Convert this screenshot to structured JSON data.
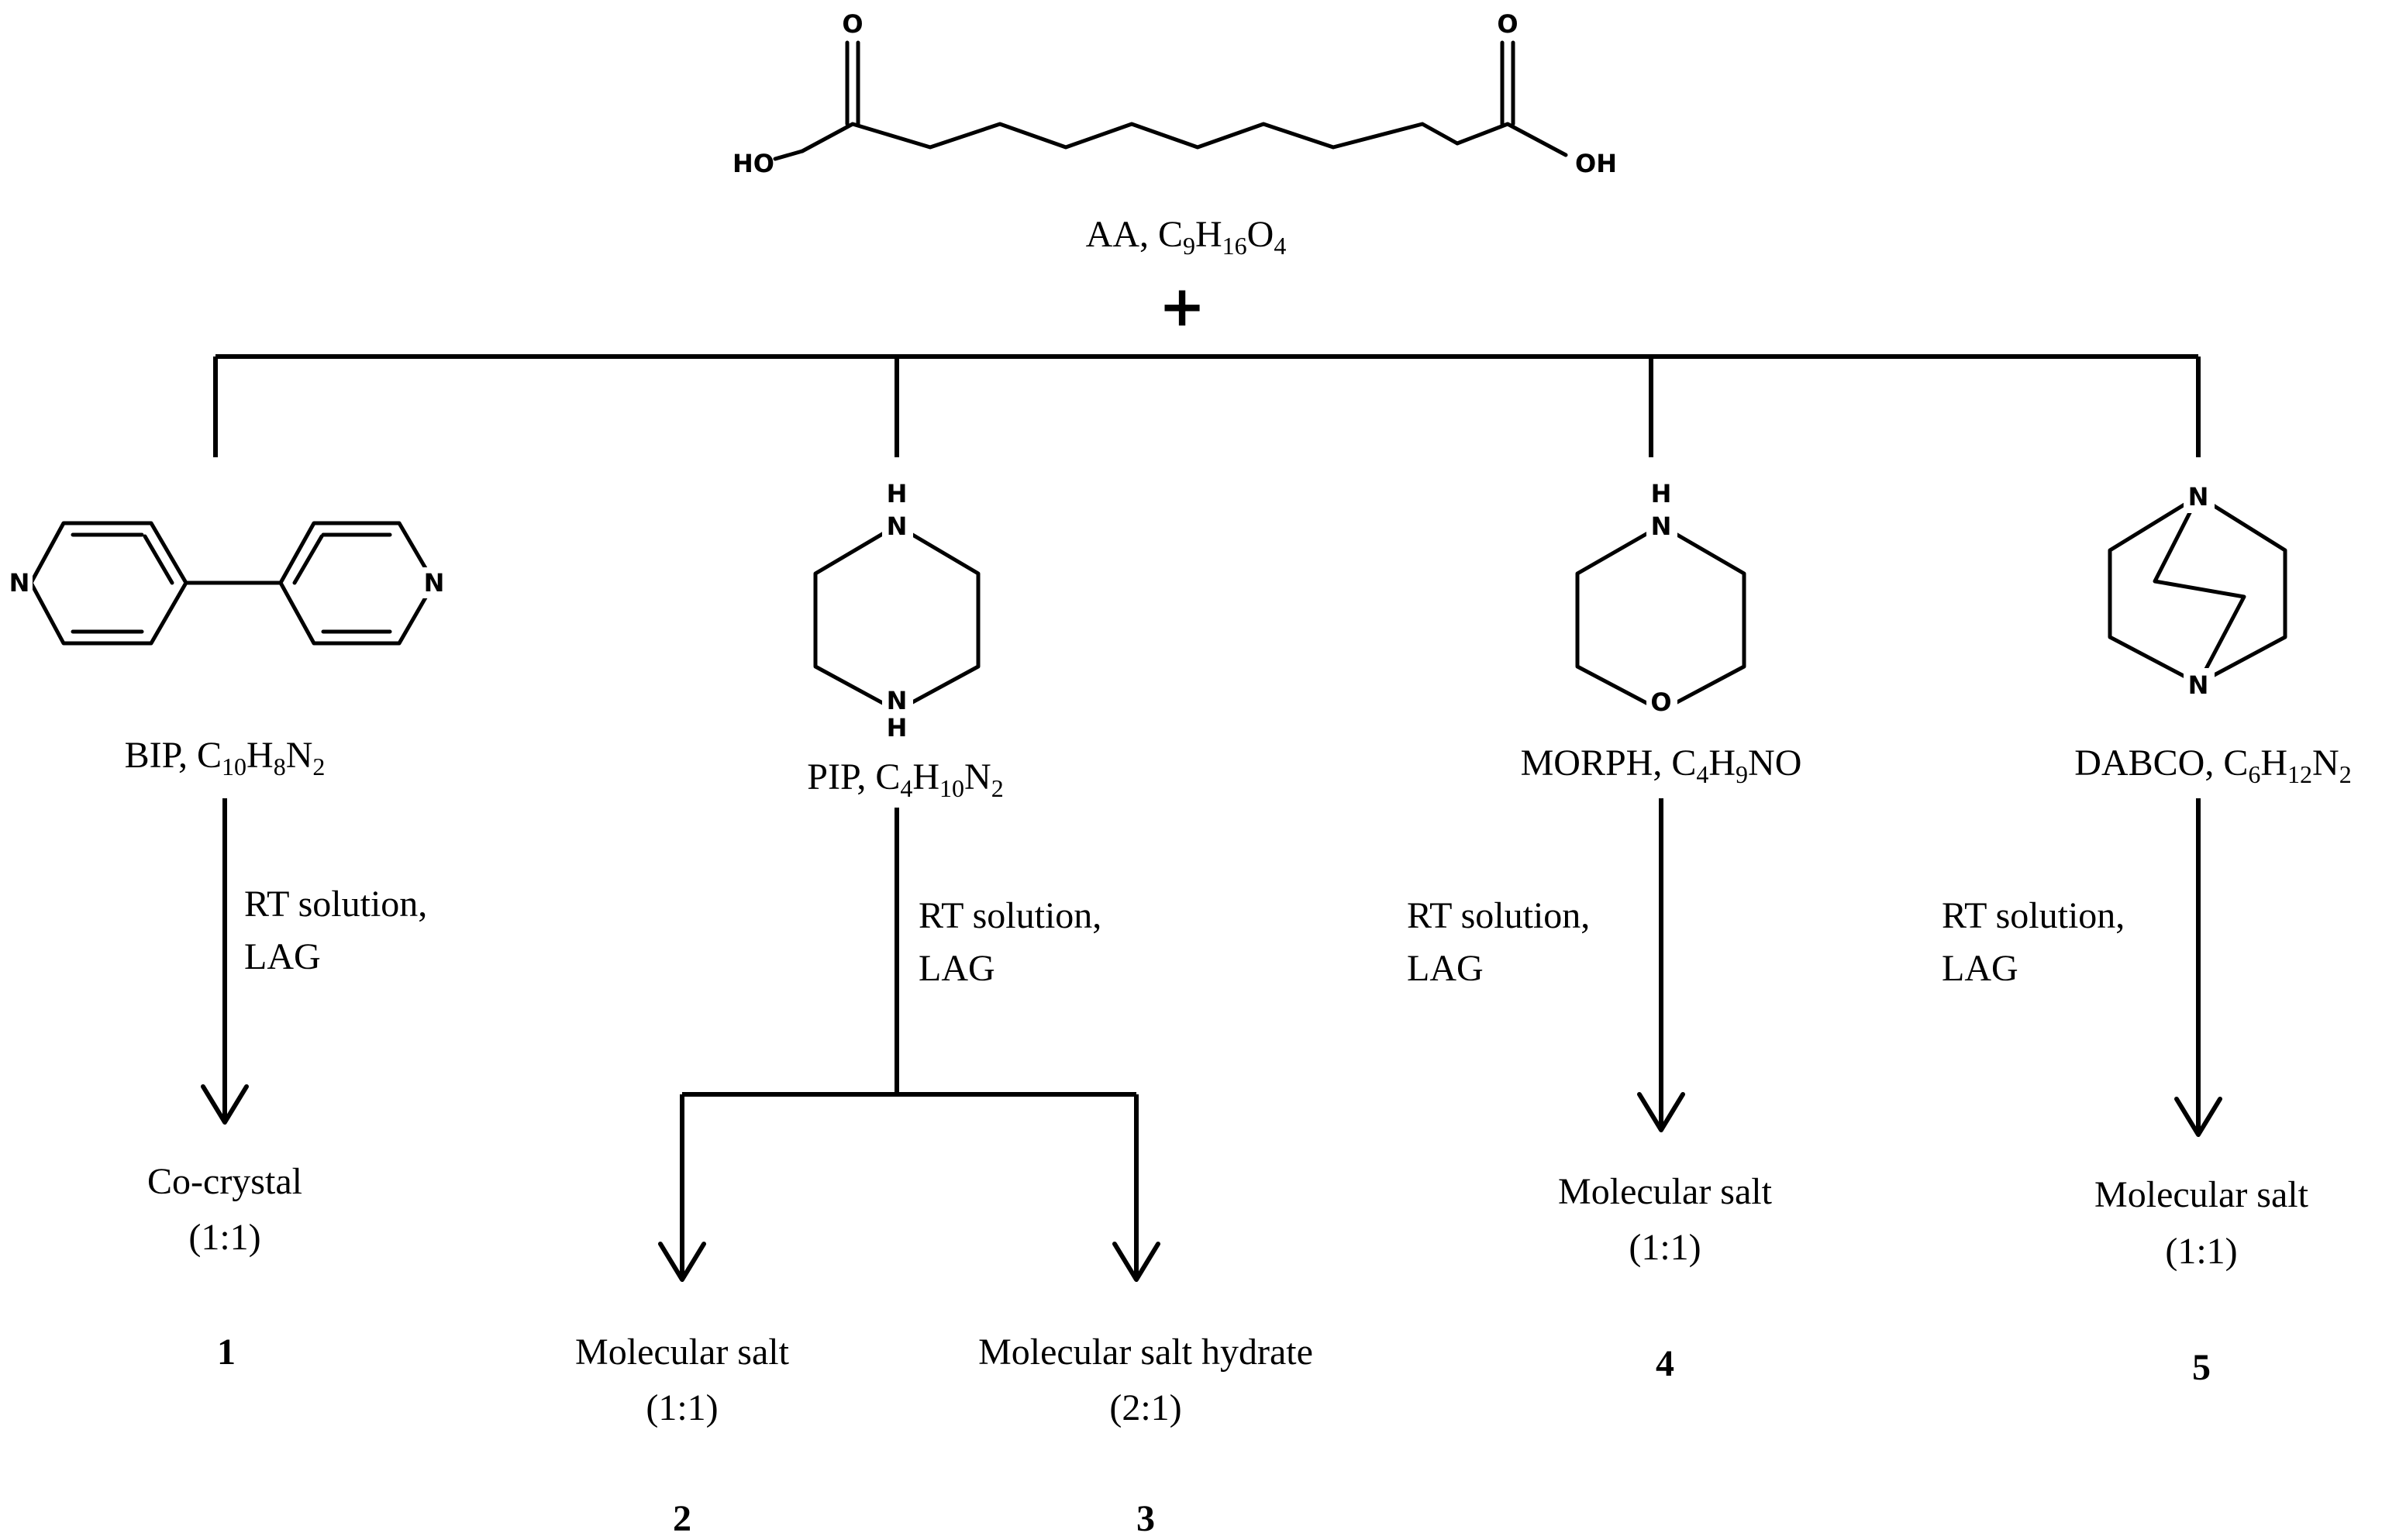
{
  "acid": {
    "name": "AA",
    "formula": [
      "C",
      "9",
      "H",
      "16",
      "O",
      "4"
    ],
    "atoms": {
      "o": "O",
      "ho": "HO",
      "oh": "OH"
    }
  },
  "plus": "+",
  "coformers": [
    {
      "name": "BIP",
      "formula": [
        "C",
        "10",
        "H",
        "8",
        "N",
        "2"
      ],
      "atoms": [
        "N",
        "N"
      ]
    },
    {
      "name": "PIP",
      "formula": [
        "C",
        "4",
        "H",
        "10",
        "N",
        "2"
      ],
      "atoms": [
        "H",
        "N",
        "N",
        "H"
      ]
    },
    {
      "name": "MORPH",
      "formula": [
        "C",
        "4",
        "H",
        "9",
        "NO",
        ""
      ],
      "atoms": [
        "H",
        "N",
        "O"
      ]
    },
    {
      "name": "DABCO",
      "formula": [
        "C",
        "6",
        "H",
        "12",
        "N",
        "2"
      ],
      "atoms": [
        "N",
        "N"
      ]
    }
  ],
  "conditions": {
    "line1": "RT solution,",
    "line2": "LAG"
  },
  "products": [
    {
      "type": "Co-crystal",
      "ratio": "(1:1)",
      "number": "1"
    },
    {
      "type": "Molecular salt",
      "ratio": "(1:1)",
      "number": "2"
    },
    {
      "type": "Molecular salt hydrate",
      "ratio": "(2:1)",
      "number": "3"
    },
    {
      "type": "Molecular salt",
      "ratio": "(1:1)",
      "number": "4"
    },
    {
      "type": "Molecular salt",
      "ratio": "(1:1)",
      "number": "5"
    }
  ]
}
